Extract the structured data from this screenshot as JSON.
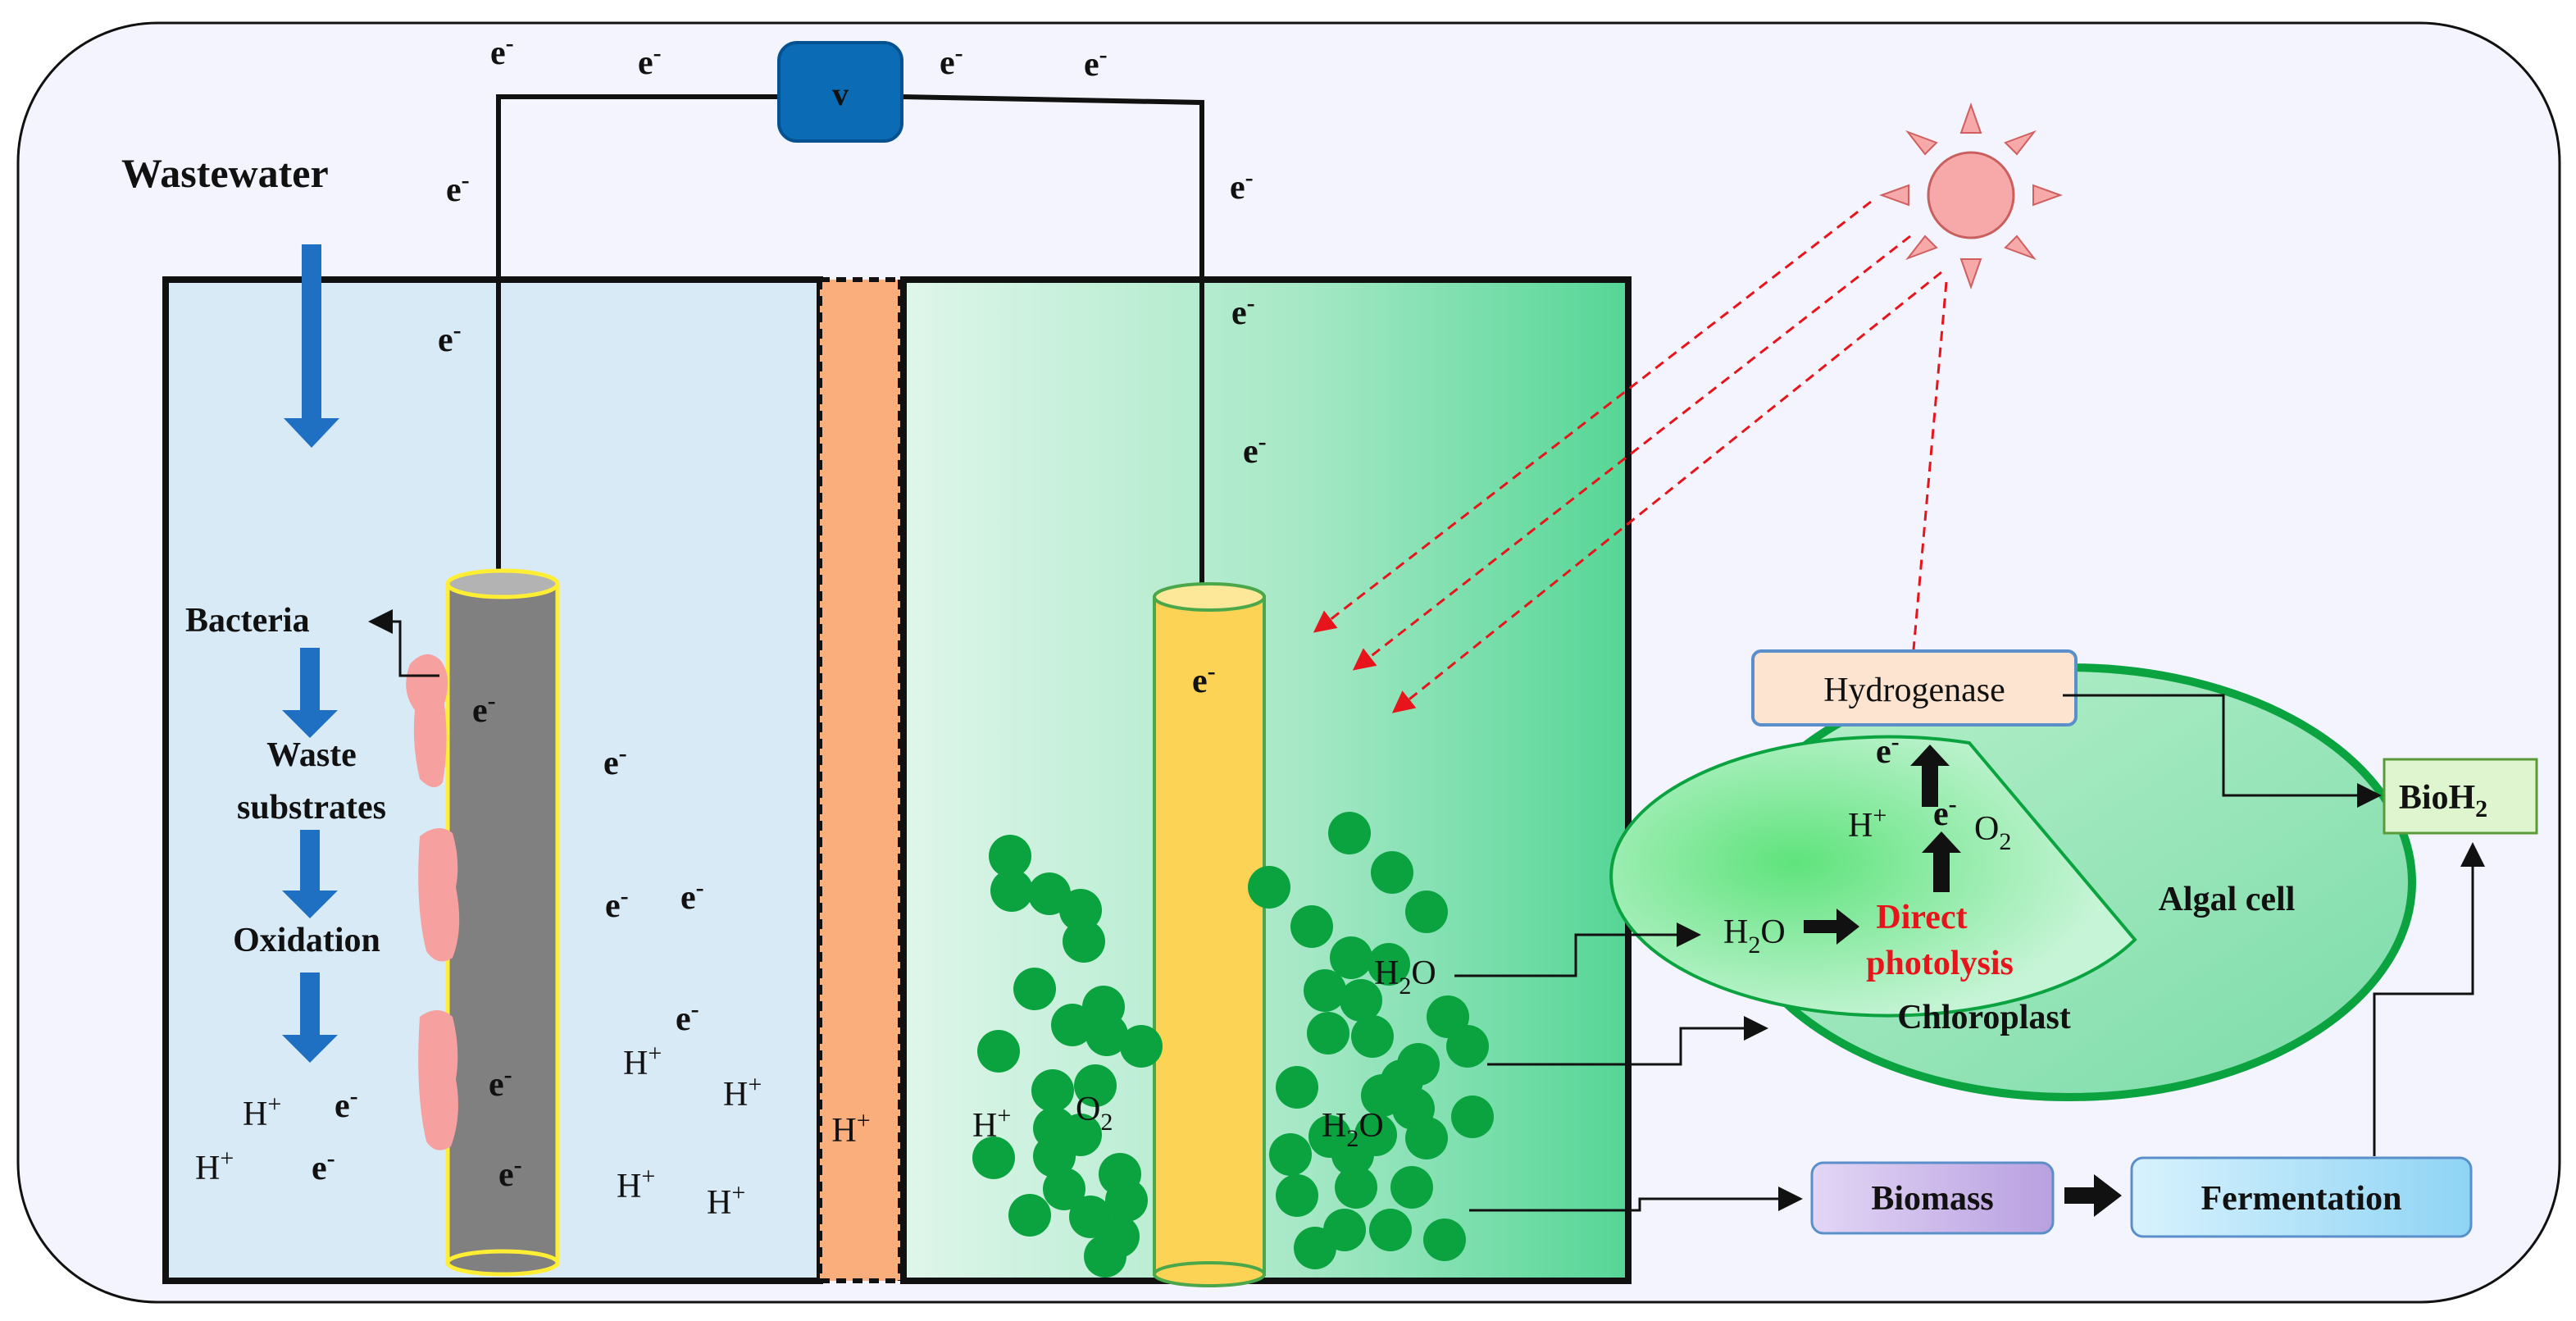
{
  "labels": {
    "wastewater": "Wastewater",
    "bacteria": "Bacteria",
    "waste_line1": "Waste",
    "waste_line2": "substrates",
    "oxidation": "Oxidation",
    "voltmeter": "v",
    "membrane_ion": "H",
    "hydrogenase": "Hydrogenase",
    "algal_cell": "Algal cell",
    "chloroplast": "Chloroplast",
    "direct_line1": "Direct",
    "direct_line2": "photolysis",
    "biomass": "Biomass",
    "fermentation": "Fermentation",
    "bioh2_main": "BioH",
    "bioh2_sub": "2"
  },
  "species": {
    "electron": "e",
    "electron_charge": "-",
    "proton": "H",
    "proton_charge": "+",
    "oxygen": "O",
    "oxygen_sub": "2",
    "water_h": "H",
    "water_sub": "2",
    "water_o": "O"
  },
  "colors": {
    "anode_chamber": "#d9eaf7",
    "membrane": "#f9ae7b",
    "cathode_light": "#d8f3e4",
    "cathode_dark": "#55d696",
    "arrow_blue": "#1f6fc2",
    "algae_green": "#0aa33f",
    "electrode_gray": "#808080",
    "electrode_yellow": "#fdd355",
    "sun": "#f7a8a8",
    "light_ray": "#e8141b",
    "voltmeter": "#0b6bb5",
    "biomass_box": "#c7b2e8",
    "fermentation_box": "#b5e3fa",
    "bioh2_box": "#dff5cf",
    "hydrogenase_box": "#fde4d0"
  }
}
